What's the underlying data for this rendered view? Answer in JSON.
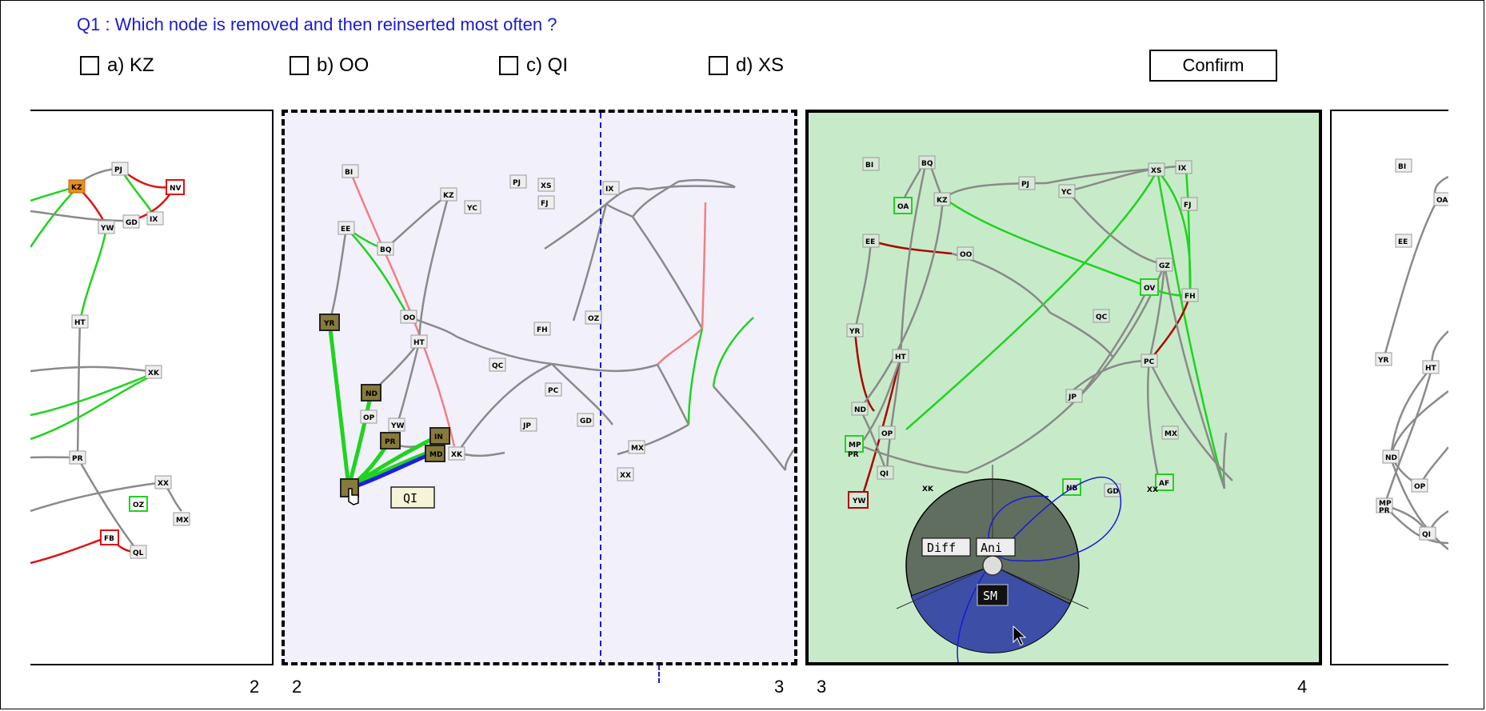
{
  "question": {
    "text": "Q1 : Which node is removed and then reinserted most often ?"
  },
  "options": [
    {
      "label": "a) KZ",
      "checked": false
    },
    {
      "label": "b) OO",
      "checked": false
    },
    {
      "label": "c) QI",
      "checked": false
    },
    {
      "label": "d) XS",
      "checked": false
    }
  ],
  "confirm": {
    "label": "Confirm"
  },
  "timeline": {
    "labels": [
      "2",
      "2",
      "3",
      "3",
      "4"
    ],
    "panel1": {
      "nodes": [
        "KZ",
        "PJ",
        "NV",
        "YW",
        "GD",
        "IX",
        "HT",
        "XK",
        "PR",
        "XX",
        "OZ",
        "MX",
        "FB",
        "QL"
      ]
    },
    "panel2": {
      "nodes": [
        "BI",
        "KZ",
        "PJ",
        "XS",
        "IX",
        "FJ",
        "YC",
        "EE",
        "BQ",
        "OO",
        "YR",
        "HT",
        "FH",
        "OZ",
        "QC",
        "PC",
        "ND",
        "OP",
        "YW",
        "PR",
        "IN",
        "MD",
        "XK",
        "JP",
        "GD",
        "MX",
        "XX"
      ],
      "tooltip": "QI",
      "slider_position": "3"
    },
    "panel3": {
      "nodes": [
        "BI",
        "BQ",
        "KZ",
        "PJ",
        "YC",
        "XS",
        "IX",
        "OA",
        "FJ",
        "EE",
        "OO",
        "GZ",
        "OV",
        "FH",
        "QC",
        "YR",
        "HT",
        "PC",
        "JP",
        "ND",
        "OP",
        "MP",
        "PR",
        "QI",
        "XK",
        "YW",
        "NB",
        "GD",
        "MX",
        "AF",
        "XX"
      ],
      "pie_menu": {
        "diff": "Diff",
        "ani": "Ani",
        "sm": "SM"
      }
    },
    "panel4": {
      "nodes": [
        "BI",
        "OA",
        "EE",
        "YR",
        "HT",
        "ND",
        "OP",
        "MP",
        "PR",
        "QI"
      ]
    }
  },
  "colors": {
    "added": "#1ed41e",
    "removed": "#e01010",
    "persistent": "#8a8a8a",
    "highlight": "#1a1ad6",
    "selected_node": "#877a3a"
  }
}
